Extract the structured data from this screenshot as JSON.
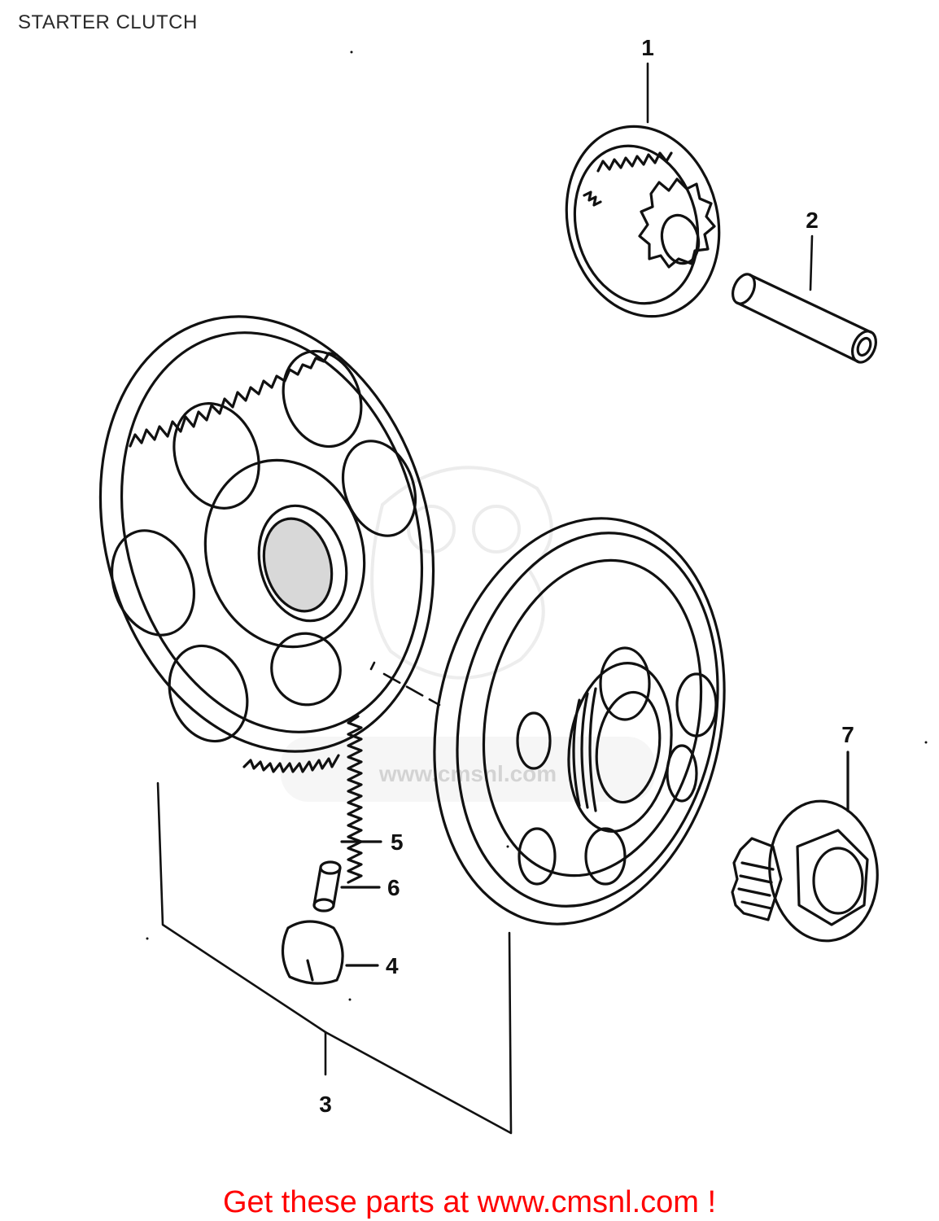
{
  "title": "STARTER CLUTCH",
  "callouts": [
    {
      "id": "callout-1",
      "label": "1"
    },
    {
      "id": "callout-2",
      "label": "2"
    },
    {
      "id": "callout-3",
      "label": "3"
    },
    {
      "id": "callout-4",
      "label": "4"
    },
    {
      "id": "callout-5",
      "label": "5"
    },
    {
      "id": "callout-6",
      "label": "6"
    },
    {
      "id": "callout-7",
      "label": "7"
    }
  ],
  "watermark": {
    "text": "www.cmsnl.com"
  },
  "footer": {
    "cta": "Get these parts at www.cmsnl.com !",
    "color": "#ff0000"
  }
}
